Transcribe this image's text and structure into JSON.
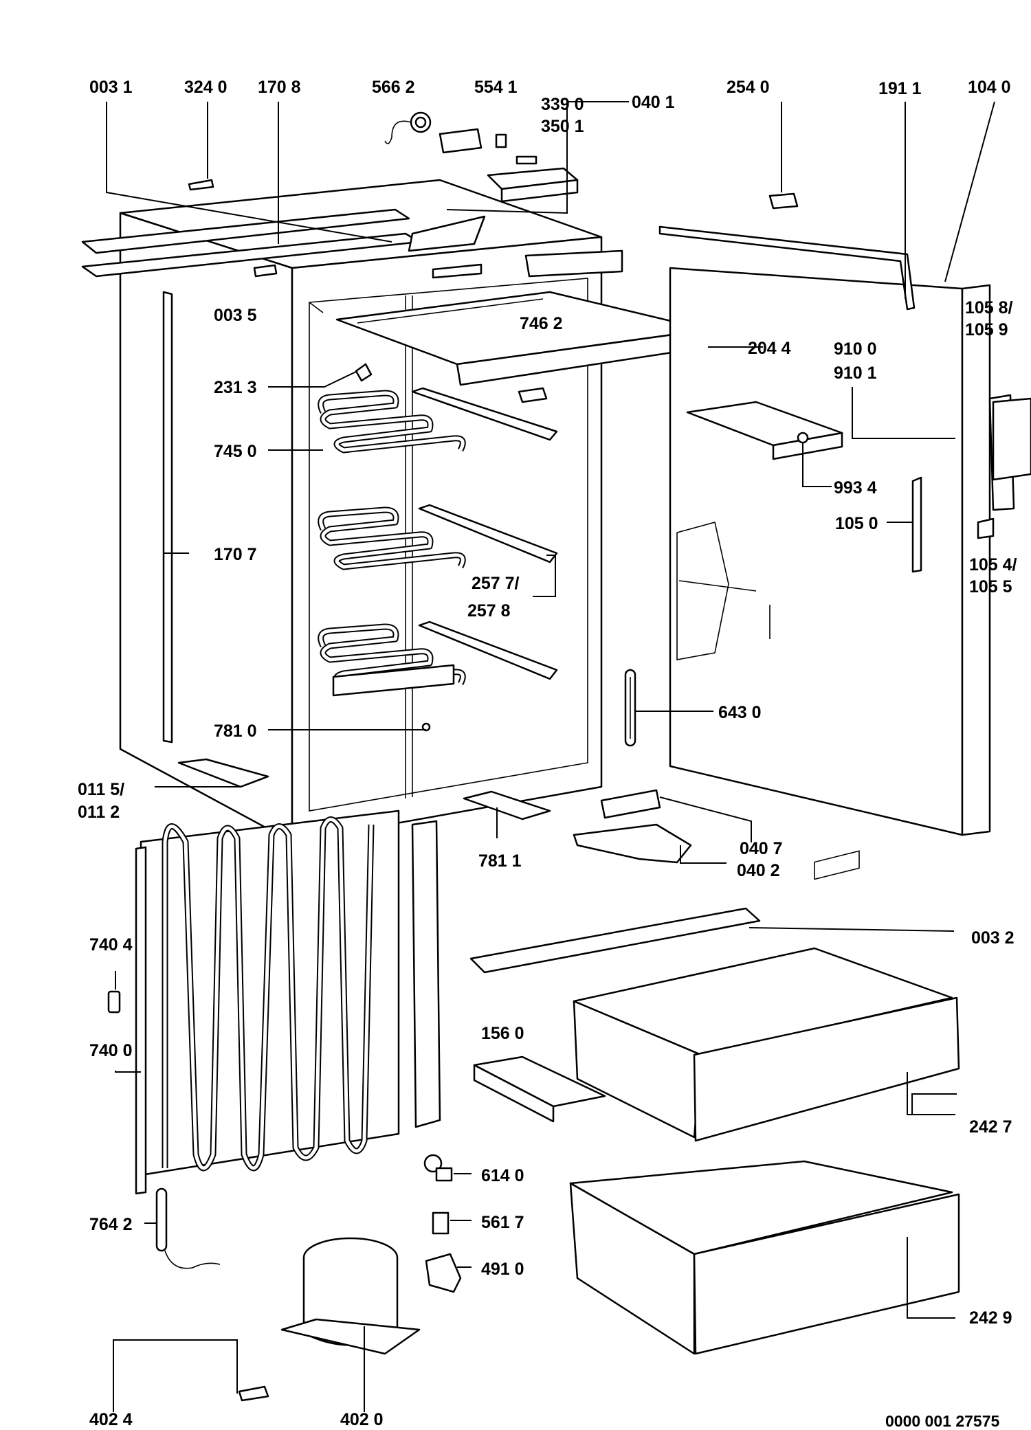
{
  "diagram": {
    "drawing_number": "0000 001 27575",
    "labels": [
      {
        "id": "lbl-0031",
        "text": "003 1"
      },
      {
        "id": "lbl-3240",
        "text": "324 0"
      },
      {
        "id": "lbl-1708",
        "text": "170 8"
      },
      {
        "id": "lbl-5662",
        "text": "566 2"
      },
      {
        "id": "lbl-5541",
        "text": "554 1"
      },
      {
        "id": "lbl-3390",
        "text": "339 0"
      },
      {
        "id": "lbl-3501",
        "text": "350 1"
      },
      {
        "id": "lbl-0401",
        "text": "040 1"
      },
      {
        "id": "lbl-2540",
        "text": "254 0"
      },
      {
        "id": "lbl-1911",
        "text": "191 1"
      },
      {
        "id": "lbl-1040",
        "text": "104 0"
      },
      {
        "id": "lbl-0035",
        "text": "003 5"
      },
      {
        "id": "lbl-7462",
        "text": "746 2"
      },
      {
        "id": "lbl-2044",
        "text": "204 4"
      },
      {
        "id": "lbl-1058",
        "text": "105 8/"
      },
      {
        "id": "lbl-1059",
        "text": "105 9"
      },
      {
        "id": "lbl-9100",
        "text": "910 0"
      },
      {
        "id": "lbl-9101",
        "text": "910 1"
      },
      {
        "id": "lbl-2313",
        "text": "231 3"
      },
      {
        "id": "lbl-7450",
        "text": "745 0"
      },
      {
        "id": "lbl-9934",
        "text": "993 4"
      },
      {
        "id": "lbl-1050",
        "text": "105 0"
      },
      {
        "id": "lbl-1707",
        "text": "170 7"
      },
      {
        "id": "lbl-2577",
        "text": "257 7/"
      },
      {
        "id": "lbl-2578",
        "text": "257 8"
      },
      {
        "id": "lbl-1054",
        "text": "105 4/"
      },
      {
        "id": "lbl-1055",
        "text": "105 5"
      },
      {
        "id": "lbl-6430",
        "text": "643 0"
      },
      {
        "id": "lbl-7810",
        "text": "781 0"
      },
      {
        "id": "lbl-0115",
        "text": "011 5/"
      },
      {
        "id": "lbl-0112",
        "text": "011 2"
      },
      {
        "id": "lbl-7811",
        "text": "781 1"
      },
      {
        "id": "lbl-0407",
        "text": "040 7"
      },
      {
        "id": "lbl-0402",
        "text": "040 2"
      },
      {
        "id": "lbl-0032",
        "text": "003 2"
      },
      {
        "id": "lbl-7404",
        "text": "740 4"
      },
      {
        "id": "lbl-1560",
        "text": "156 0"
      },
      {
        "id": "lbl-7400",
        "text": "740 0"
      },
      {
        "id": "lbl-2427",
        "text": "242 7"
      },
      {
        "id": "lbl-6140",
        "text": "614 0"
      },
      {
        "id": "lbl-7642",
        "text": "764 2"
      },
      {
        "id": "lbl-5617",
        "text": "561 7"
      },
      {
        "id": "lbl-4910",
        "text": "491 0"
      },
      {
        "id": "lbl-2429",
        "text": "242 9"
      },
      {
        "id": "lbl-4024",
        "text": "402 4"
      },
      {
        "id": "lbl-4020",
        "text": "402 0"
      }
    ]
  }
}
